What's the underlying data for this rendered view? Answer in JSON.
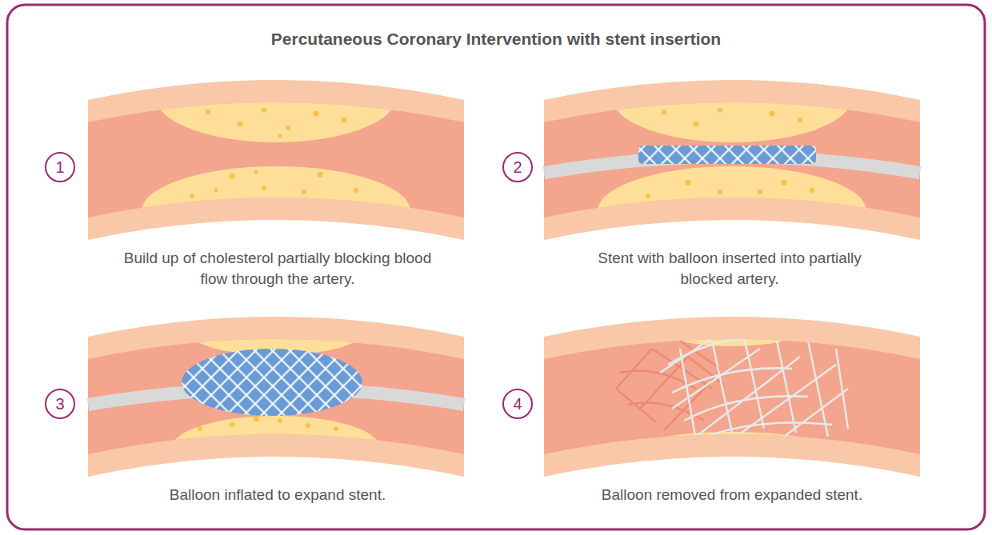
{
  "diagram": {
    "title": "Percutaneous Coronary Intervention with stent insertion",
    "nodes": [
      {
        "text": [
          "1"
        ]
      },
      {
        "text": [
          "2"
        ]
      },
      {
        "text": [
          "3"
        ]
      },
      {
        "text": [
          "4"
        ]
      }
    ],
    "labels": [
      "Build up of cholesterol partially blocking blood flow through the artery.",
      "Stent with balloon inserted into partially blocked artery.",
      "Balloon inflated to expand stent.",
      "Balloon removed from expanded stent."
    ]
  }
}
